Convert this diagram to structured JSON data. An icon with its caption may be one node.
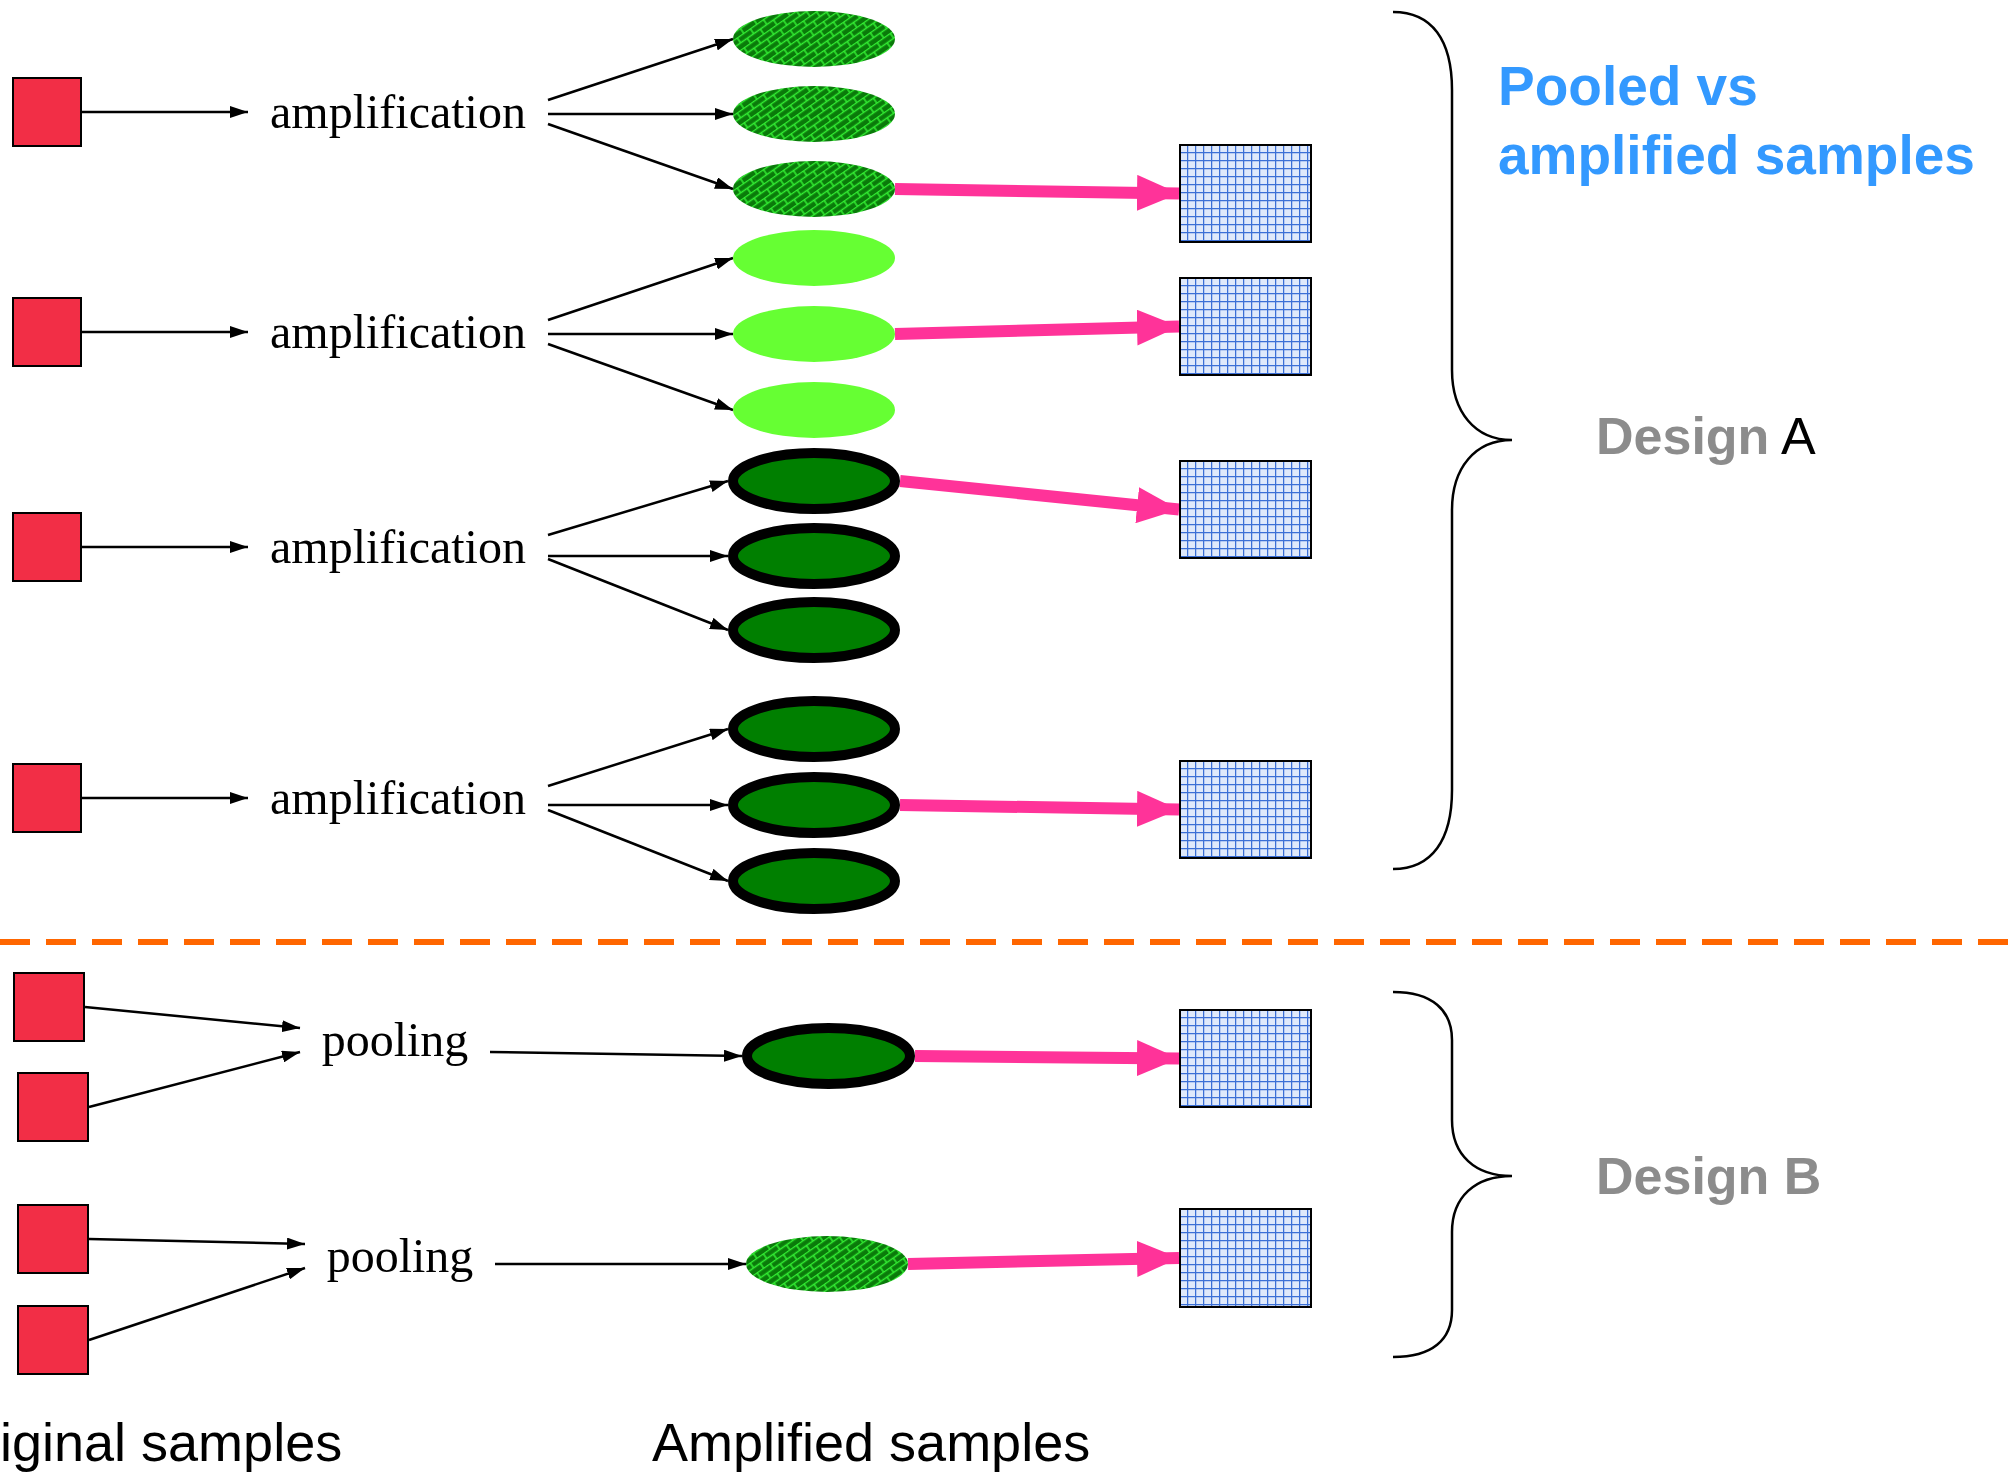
{
  "diagram": {
    "title": "Pooled vs amplified samples",
    "nodes": [
      {
        "text": [],
        "shape": "box"
      },
      {
        "text": [],
        "shape": "box"
      },
      {
        "text": [],
        "shape": "box"
      },
      {
        "text": [],
        "shape": "box"
      },
      {
        "text": [
          "amplification"
        ]
      },
      {
        "text": [
          "amplification"
        ]
      },
      {
        "text": [
          "amplification"
        ]
      },
      {
        "text": [
          "amplification"
        ]
      },
      {
        "text": [],
        "shape": "ellipse"
      },
      {
        "text": [],
        "shape": "ellipse"
      },
      {
        "text": [],
        "shape": "ellipse"
      },
      {
        "text": [],
        "shape": "ellipse"
      },
      {
        "text": [],
        "shape": "ellipse"
      },
      {
        "text": [],
        "shape": "ellipse"
      },
      {
        "text": [],
        "shape": "ellipse"
      },
      {
        "text": [],
        "shape": "ellipse"
      },
      {
        "text": [],
        "shape": "ellipse"
      },
      {
        "text": [],
        "shape": "ellipse"
      },
      {
        "text": [],
        "shape": "ellipse"
      },
      {
        "text": [],
        "shape": "ellipse"
      },
      {
        "text": [],
        "shape": "box"
      },
      {
        "text": [],
        "shape": "box"
      },
      {
        "text": [],
        "shape": "box"
      },
      {
        "text": [],
        "shape": "box"
      },
      {
        "text": [],
        "shape": "box"
      },
      {
        "text": [],
        "shape": "box"
      },
      {
        "text": [],
        "shape": "box"
      },
      {
        "text": [],
        "shape": "box"
      },
      {
        "text": [
          "pooling"
        ]
      },
      {
        "text": [
          "pooling"
        ]
      },
      {
        "text": [],
        "shape": "ellipse"
      },
      {
        "text": [],
        "shape": "ellipse"
      },
      {
        "text": [],
        "shape": "box"
      },
      {
        "text": [],
        "shape": "box"
      }
    ],
    "edges": [
      {
        "from": 0,
        "to": 4,
        "arrow": "to"
      },
      {
        "from": 1,
        "to": 5,
        "arrow": "to"
      },
      {
        "from": 2,
        "to": 6,
        "arrow": "to"
      },
      {
        "from": 3,
        "to": 7,
        "arrow": "to"
      },
      {
        "from": 4,
        "to": 8,
        "arrow": "to"
      },
      {
        "from": 4,
        "to": 9,
        "arrow": "to"
      },
      {
        "from": 4,
        "to": 10,
        "arrow": "to"
      },
      {
        "from": 5,
        "to": 11,
        "arrow": "to"
      },
      {
        "from": 5,
        "to": 12,
        "arrow": "to"
      },
      {
        "from": 5,
        "to": 13,
        "arrow": "to"
      },
      {
        "from": 6,
        "to": 14,
        "arrow": "to"
      },
      {
        "from": 6,
        "to": 15,
        "arrow": "to"
      },
      {
        "from": 6,
        "to": 16,
        "arrow": "to"
      },
      {
        "from": 7,
        "to": 17,
        "arrow": "to"
      },
      {
        "from": 7,
        "to": 18,
        "arrow": "to"
      },
      {
        "from": 7,
        "to": 19,
        "arrow": "to"
      },
      {
        "from": 10,
        "to": 20,
        "arrow": "to",
        "style": "thick",
        "color": "#ff3399"
      },
      {
        "from": 12,
        "to": 21,
        "arrow": "to",
        "style": "thick",
        "color": "#ff3399"
      },
      {
        "from": 14,
        "to": 22,
        "arrow": "to",
        "style": "thick",
        "color": "#ff3399"
      },
      {
        "from": 18,
        "to": 23,
        "arrow": "to",
        "style": "thick",
        "color": "#ff3399"
      },
      {
        "from": 24,
        "to": 28,
        "arrow": "to"
      },
      {
        "from": 25,
        "to": 28,
        "arrow": "to"
      },
      {
        "from": 26,
        "to": 29,
        "arrow": "to"
      },
      {
        "from": 27,
        "to": 29,
        "arrow": "to"
      },
      {
        "from": 28,
        "to": 30,
        "arrow": "to"
      },
      {
        "from": 29,
        "to": 31,
        "arrow": "to"
      },
      {
        "from": 30,
        "to": 32,
        "arrow": "to",
        "style": "thick",
        "color": "#ff3399"
      },
      {
        "from": 31,
        "to": 33,
        "arrow": "to",
        "style": "thick",
        "color": "#ff3399"
      }
    ],
    "labels": [
      "**Design** A",
      "Design B",
      "iginal samples",
      "Amplified samples"
    ]
  }
}
